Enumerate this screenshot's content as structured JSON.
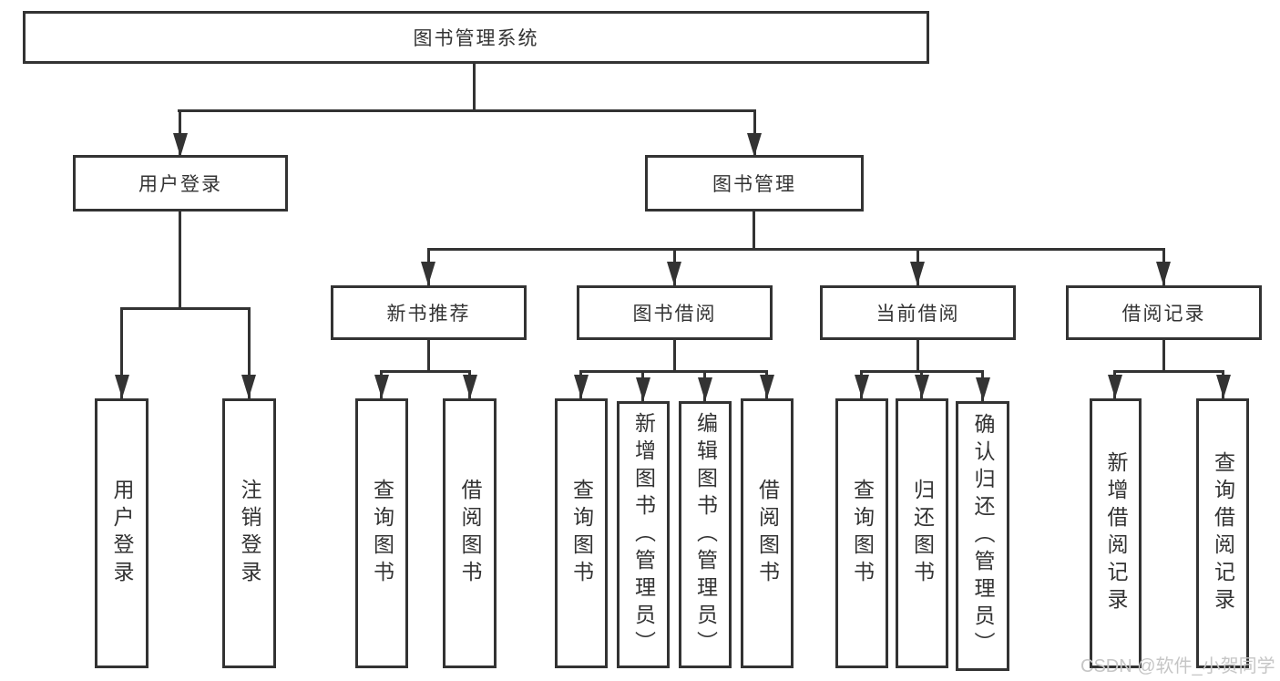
{
  "diagram": {
    "title": "图书管理系统",
    "level2": {
      "user_login": "用户登录",
      "book_management": "图书管理"
    },
    "level3": {
      "new_book_recommend": "新书推荐",
      "book_borrow": "图书借阅",
      "current_borrow": "当前借阅",
      "borrow_records": "借阅记录"
    },
    "leaves": {
      "user_login": [
        "用户登录",
        "注销登录"
      ],
      "new_book_recommend": [
        "查询图书",
        "借阅图书"
      ],
      "book_borrow": [
        "查询图书",
        "新增图书（管理员）",
        "编辑图书（管理员）",
        "借阅图书"
      ],
      "current_borrow": [
        "查询图书",
        "归还图书",
        "确认归还（管理员）"
      ],
      "borrow_records": [
        "新增借阅记录",
        "查询借阅记录"
      ]
    }
  },
  "watermark": {
    "text": "CSDN @软件_小贺同学"
  },
  "colors": {
    "line": "#333333",
    "text": "#333333",
    "watermark": "#c6c6c6",
    "background": "#ffffff"
  }
}
